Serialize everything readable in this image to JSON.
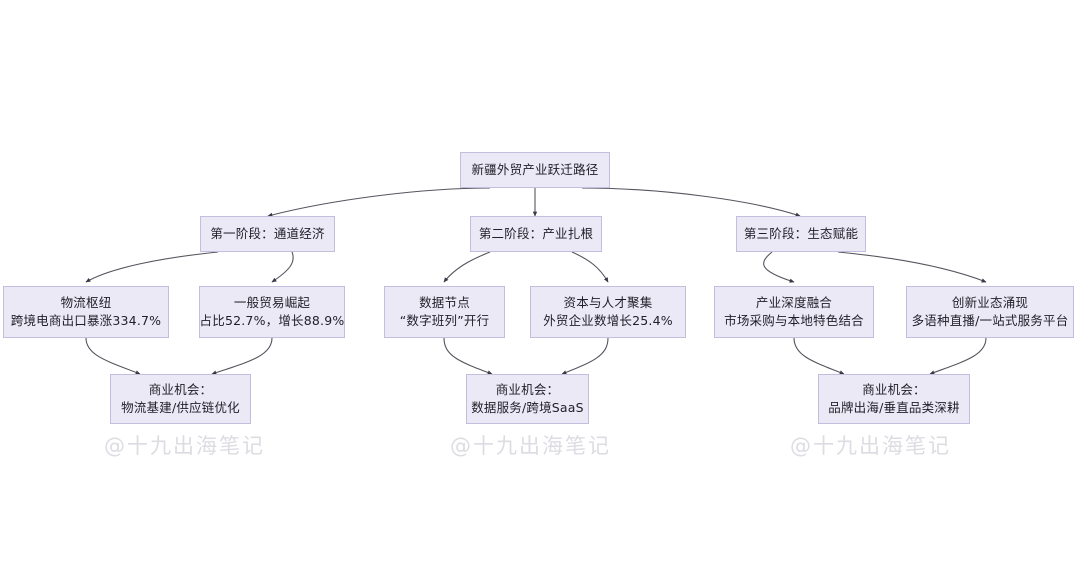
{
  "diagram": {
    "type": "flowchart",
    "title": "新疆外贸产业跃迁路径",
    "background_color": "#ffffff",
    "node_fill_color": "#ebe9f6",
    "node_border_color": "#c3bedd",
    "edge_color": "#555566",
    "watermark_color": "#dcdce2",
    "root": {
      "label": "新疆外贸产业跃迁路径"
    },
    "stages": [
      {
        "label": "第一阶段：通道经济"
      },
      {
        "label": "第二阶段：产业扎根"
      },
      {
        "label": "第三阶段：生态赋能"
      }
    ],
    "items": [
      {
        "line1": "物流枢纽",
        "line2": "跨境电商出口暴涨334.7%"
      },
      {
        "line1": "一般贸易崛起",
        "line2": "占比52.7%，增长88.9%"
      },
      {
        "line1": "数据节点",
        "line2": "“数字班列”开行"
      },
      {
        "line1": "资本与人才聚集",
        "line2": "外贸企业数增长25.4%"
      },
      {
        "line1": "产业深度融合",
        "line2": "市场采购与本地特色结合"
      },
      {
        "line1": "创新业态涌现",
        "line2": "多语种直播/一站式服务平台"
      }
    ],
    "opportunities": [
      {
        "line1": "商业机会：",
        "line2": "物流基建/供应链优化"
      },
      {
        "line1": "商业机会：",
        "line2": "数据服务/跨境SaaS"
      },
      {
        "line1": "商业机会：",
        "line2": "品牌出海/垂直品类深耕"
      }
    ],
    "watermarks": [
      {
        "text": "@十九出海笔记"
      },
      {
        "text": "@十九出海笔记"
      },
      {
        "text": "@十九出海笔记"
      }
    ]
  }
}
